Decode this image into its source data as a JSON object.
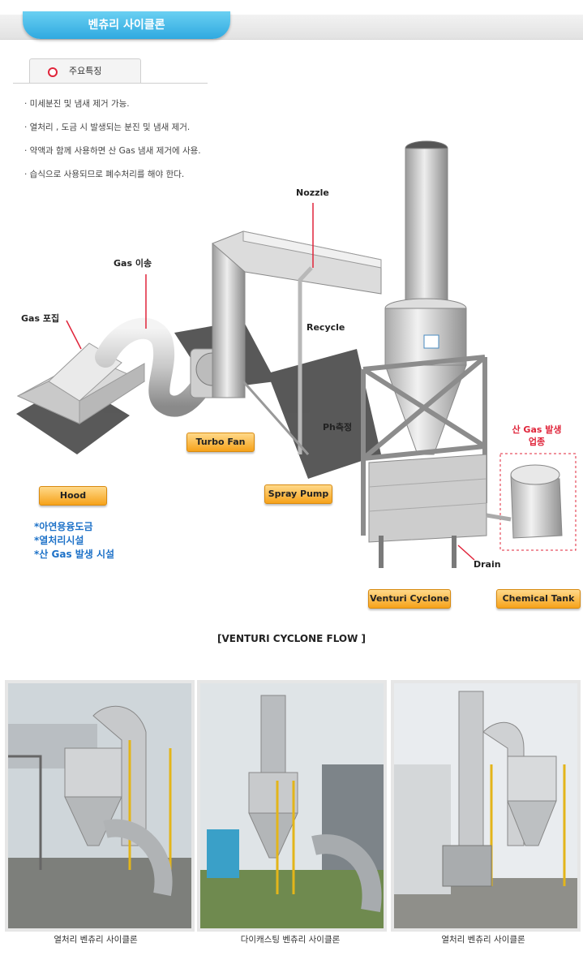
{
  "header": {
    "title": "벤츄리 사이클론"
  },
  "section": {
    "tab_label": "주요특징"
  },
  "features": [
    "· 미세분진 및 냄새 제거 가능.",
    "· 열처리 , 도금 시 발생되는 분진 및 냄새 제거.",
    "· 약액과 함께 사용하면 산 Gas 냄새 제거에 사용.",
    "· 습식으로 사용되므로 폐수처리를 해야 한다."
  ],
  "diagram": {
    "labels": {
      "gas_capture": "Gas 포집",
      "gas_transfer": "Gas 이송",
      "nozzle": "Nozzle",
      "recycle": "Recycle",
      "ph": "Ph측정",
      "drain": "Drain",
      "acid_gas": "산 Gas 발생\n업종"
    },
    "buttons": {
      "hood": "Hood",
      "turbo_fan": "Turbo Fan",
      "spray_pump": "Spray Pump",
      "venturi_cyclone": "Venturi Cyclone",
      "chemical_tank": "Chemical Tank"
    },
    "notes": [
      "*아연용융도금",
      "*열처리시설",
      "*산 Gas 발생 시설"
    ]
  },
  "flow_caption": "[VENTURI CYCLONE FLOW ]",
  "photos": [
    {
      "caption": "열처리 벤츄리 사이클론"
    },
    {
      "caption": "다이캐스팅 벤츄리 사이클론"
    },
    {
      "caption": "열처리 벤츄리 사이클론"
    }
  ],
  "colors": {
    "accent_blue": "#2fa9e0",
    "accent_orange": "#f6a21a",
    "accent_red": "#e0243a",
    "note_blue": "#1e72c8"
  }
}
